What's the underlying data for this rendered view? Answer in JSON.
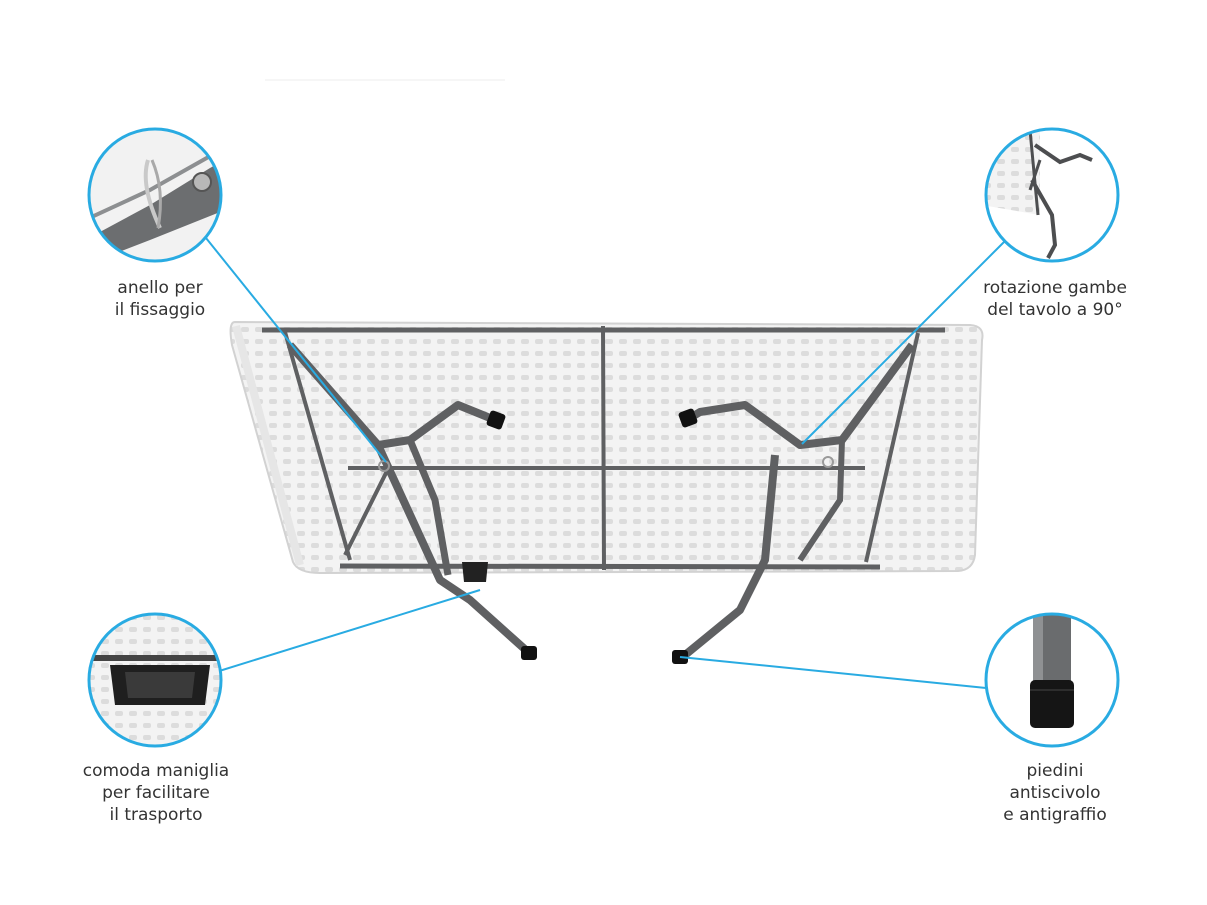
{
  "colors": {
    "accent": "#29ABE2",
    "frame": "#5f6062",
    "tabletop": "#f2f2f2",
    "text": "#333333"
  },
  "callouts": [
    {
      "id": "ring",
      "lines": [
        "anello per",
        "il fissaggio"
      ],
      "icon": "ring-detail-icon"
    },
    {
      "id": "rotate",
      "lines": [
        "rotazione gambe",
        "del tavolo a 90°"
      ],
      "icon": "leg-rotation-detail-icon"
    },
    {
      "id": "handle",
      "lines": [
        "comoda maniglia",
        "per facilitare",
        "il trasporto"
      ],
      "icon": "handle-detail-icon"
    },
    {
      "id": "feet",
      "lines": [
        "piedini",
        "antiscivolo",
        "e antigraffio"
      ],
      "icon": "rubber-foot-detail-icon"
    }
  ]
}
